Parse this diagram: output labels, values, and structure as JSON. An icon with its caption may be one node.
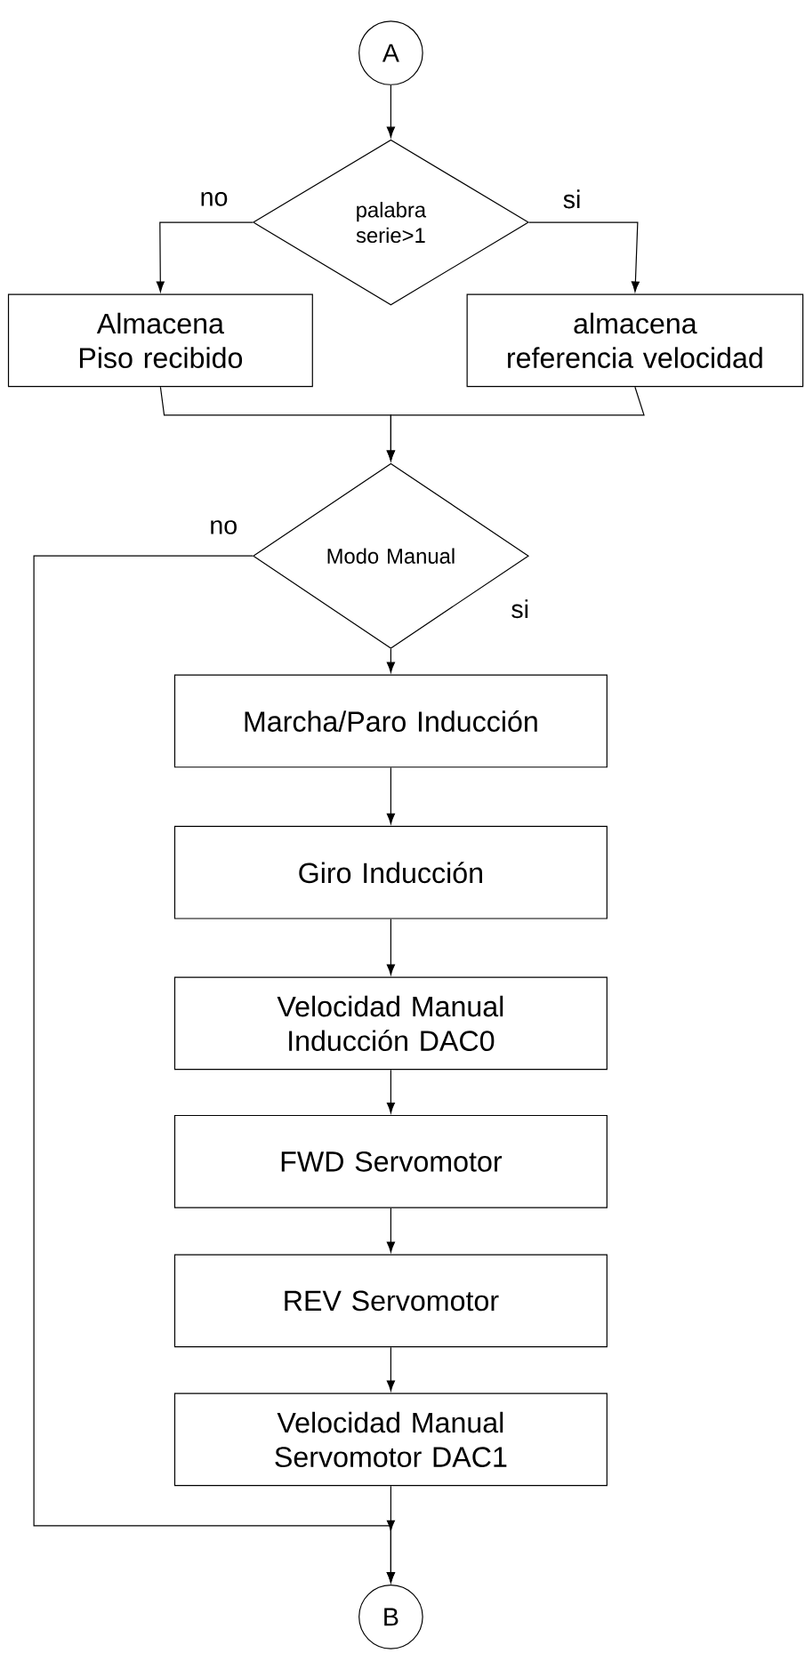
{
  "diagram": {
    "nodes": [
      {
        "text": [
          "A"
        ]
      },
      {
        "text": [
          "palabra serie>1"
        ]
      },
      {
        "text": [
          "Almacena Piso recibido"
        ]
      },
      {
        "text": [
          "almacena referencia velocidad"
        ]
      },
      {
        "text": [
          "Modo Manual"
        ]
      },
      {
        "text": [
          "Marcha/Paro Inducción"
        ]
      },
      {
        "text": [
          "Giro Inducción"
        ]
      },
      {
        "text": [
          "Velocidad Manual Inducción DAC0"
        ]
      },
      {
        "text": [
          "FWD Servomotor"
        ]
      },
      {
        "text": [
          "REV Servomotor"
        ]
      },
      {
        "text": [
          "Velocidad Manual Servomotor DAC1"
        ]
      },
      {
        "text": [
          "B"
        ]
      }
    ],
    "edges": [
      {
        "from": 0,
        "to": 1,
        "arrow": "to"
      },
      {
        "from": 1,
        "to": 2,
        "arrow": "to",
        "label": "no"
      },
      {
        "from": 1,
        "to": 3,
        "arrow": "to",
        "label": "si"
      },
      {
        "from": 2,
        "to": 4,
        "arrow": "to"
      },
      {
        "from": 3,
        "to": 4,
        "arrow": "to"
      },
      {
        "from": 4,
        "to": 5,
        "arrow": "to",
        "label": "si"
      },
      {
        "from": 5,
        "to": 6,
        "arrow": "to"
      },
      {
        "from": 6,
        "to": 7,
        "arrow": "to"
      },
      {
        "from": 7,
        "to": 8,
        "arrow": "to"
      },
      {
        "from": 8,
        "to": 9,
        "arrow": "to"
      },
      {
        "from": 9,
        "to": 10,
        "arrow": "to"
      },
      {
        "from": 4,
        "to": 11,
        "arrow": "to",
        "label": "no"
      },
      {
        "from": 10,
        "to": 11,
        "arrow": "to"
      }
    ]
  }
}
